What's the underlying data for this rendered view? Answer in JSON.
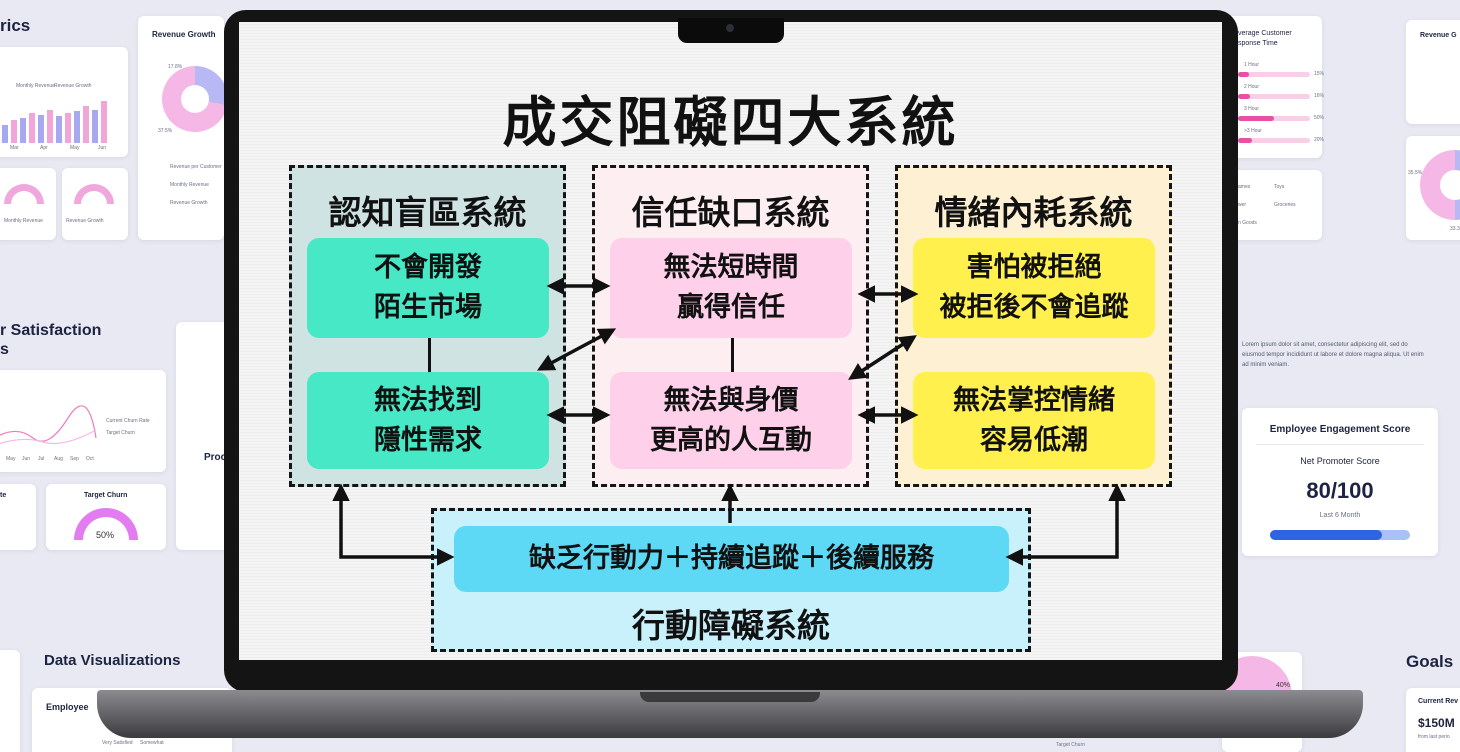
{
  "background": {
    "metrics_title": "rics",
    "revenue_growth_title": "Revenue Growth",
    "bar_legend": [
      "Monthly Revenue",
      "Revenue Growth"
    ],
    "bar_axis": [
      "Mar",
      "Apr",
      "May",
      "Jun"
    ],
    "donut_pct_top": "17.8%",
    "donut_pct_left": "37.5%",
    "donut_legend": [
      "Revenue per Customer",
      "Monthly Revenue",
      "Revenue Growth"
    ],
    "gauge1_label": "Monthly Revenue",
    "gauge2_label": "Revenue Growth",
    "satisfaction_title": "r Satisfaction",
    "satisfaction_title2": "s",
    "churn_legend": [
      "Current Churn Rate",
      "Target Churn"
    ],
    "churn_axis": [
      "May",
      "Jun",
      "Jul",
      "Aug",
      "Sep",
      "Oct"
    ],
    "te_label": "te",
    "target_churn_title": "Target Churn",
    "target_churn_value": "50%",
    "prod_label": "Proc",
    "data_viz_title": "Data Visualizations",
    "employee_card_title": "Employee",
    "employee_legend": [
      "Very Satisfied",
      "Somewhat"
    ],
    "response_title_1": "verage Customer",
    "response_title_2": "sponse Time",
    "response_rows": [
      {
        "label": "1 Hour",
        "pct": "15%",
        "fill": 0.15
      },
      {
        "label": "2 Hour",
        "pct": "16%",
        "fill": 0.16
      },
      {
        "label": "3 Hour",
        "pct": "50%",
        "fill": 0.5
      },
      {
        "label": ">3 Hour",
        "pct": "20%",
        "fill": 0.2
      }
    ],
    "category_legend": [
      "ames",
      "Toys",
      "wer",
      "Groceries",
      "n Goods"
    ],
    "lorem_text": "Lorem ipsum dolor sit amet, consectetur adipiscing elit, sed do eiusmod tempor incididunt ut labore et dolore magna aliqua. Ut enim ad minim veniam.",
    "engagement_title": "Employee Engagement Score",
    "engagement_subtitle": "Net Promoter Score",
    "engagement_value": "80/100",
    "engagement_period": "Last 6 Month",
    "engagement_fill": 0.8,
    "bottom_pct": "40%",
    "target_churn_small": "Target Churn",
    "revenue_g_title": "Revenue G",
    "right_donut_pct_1": "35.5%",
    "right_donut_pct_2": "33.3",
    "goals_title": "Goals",
    "current_rev_label": "Current Rev",
    "current_rev_value": "$150M",
    "current_rev_sub": "from last perio",
    "colors": {
      "pink": "#e84fa5",
      "lavender": "#a8a8f0",
      "blue": "#2f64e0"
    }
  },
  "diagram": {
    "title": "成交阻礙四大系統",
    "groups": [
      {
        "id": "cognitive",
        "title": "認知盲區系統",
        "bg": "#cfe3e3",
        "nodes": [
          {
            "lines": [
              "不會開發",
              "陌生市場"
            ],
            "color": "#46e8c6"
          },
          {
            "lines": [
              "無法找到",
              "隱性需求"
            ],
            "color": "#46e8c6"
          }
        ]
      },
      {
        "id": "trust",
        "title": "信任缺口系統",
        "bg": "#fdeef2",
        "nodes": [
          {
            "lines": [
              "無法短時間",
              "贏得信任"
            ],
            "color": "#ffd0ea"
          },
          {
            "lines": [
              "無法與身價",
              "更高的人互動"
            ],
            "color": "#ffd0ea"
          }
        ]
      },
      {
        "id": "emotion",
        "title": "情緒內耗系統",
        "bg": "#fdf0d3",
        "nodes": [
          {
            "lines": [
              "害怕被拒絕",
              "被拒後不會追蹤"
            ],
            "color": "#fff04d"
          },
          {
            "lines": [
              "無法掌控情緒",
              "容易低潮"
            ],
            "color": "#fff04d"
          }
        ]
      }
    ],
    "action": {
      "title": "行動障礙系統",
      "bg": "#c9f1fc",
      "node": {
        "text": "缺乏行動力＋持續追蹤＋後續服務",
        "color": "#5ed9f5"
      }
    }
  }
}
